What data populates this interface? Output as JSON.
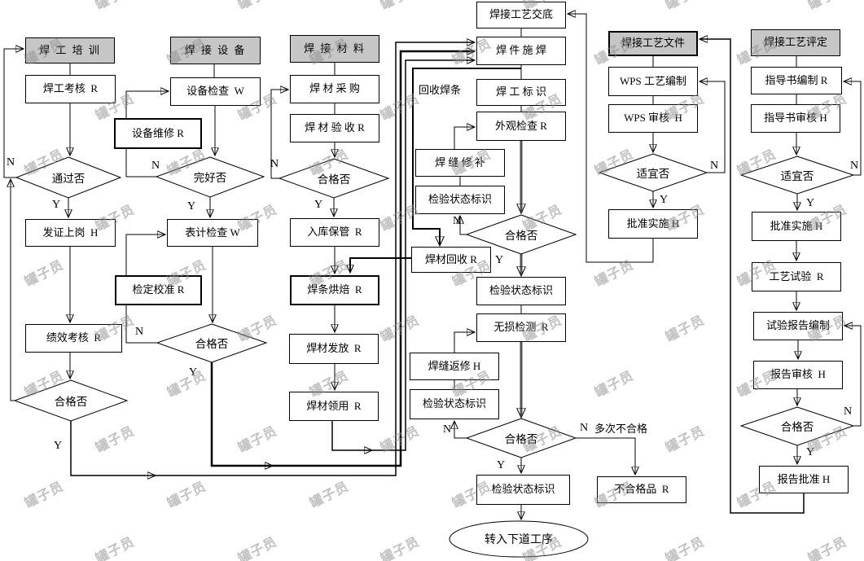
{
  "watermark": "罐子员",
  "yn": {
    "y": "Y",
    "n": "N"
  },
  "annotations": {
    "recycle_note": "回收焊条",
    "multi_fail_note": "多次不合格"
  },
  "training": {
    "header": "焊 工 培 训",
    "exam": "焊工考核  R",
    "pass_q": "通过否",
    "certify": "发证上岗  H",
    "performance": "绩效考核  R",
    "qualified_q": "合格否"
  },
  "equipment": {
    "header": "焊 接 设 备",
    "check": "设备检查  W",
    "repair": "设备维修 R",
    "intact_q": "完好否",
    "gauge_check": "表计检查 W",
    "calibration": "检定校准 R",
    "qualified_q": "合格否"
  },
  "material": {
    "header": "焊 接 材 料",
    "purchase": "焊 材 采 购",
    "acceptance": "焊 材 验 收 R",
    "qualified_q": "合格否",
    "storage": "入库保管  R",
    "baking": "焊条烘焙  R",
    "issue": "焊材发放  R",
    "requisition": "焊材领用  R"
  },
  "production": {
    "briefing": "焊接工艺交底",
    "welding": "焊 件 施 焊",
    "marking": "焊 工 标 识",
    "visual_check": "外观检查 R",
    "seam_repair": "焊 缝 修 补",
    "status_mark_1": "检验状态标识",
    "qualified_q1": "合格否",
    "material_recycle": "焊材回收 R",
    "status_mark_2": "检验状态标识",
    "ndt": "无损检测  R",
    "seam_rework": "焊缝返修 H",
    "status_mark_3": "检验状态标识",
    "qualified_q2": "合格否",
    "status_mark_4": "检验状态标识",
    "nonconforming": "不合格品  R",
    "next_process": "转入下道工序"
  },
  "wps_doc": {
    "header": "焊接工艺文件",
    "compile": "WPS 工艺编制",
    "review": "WPS 审核  H",
    "suitable_q": "适宜否",
    "approve": "批准实施 H"
  },
  "pqr": {
    "header": "焊接工艺评定",
    "wi_compile": "指导书编制 R",
    "wi_review": "指导书审核 H",
    "suitable_q": "适宜否",
    "approve": "批准实施 H",
    "process_test": "工艺试验  R",
    "report_compile": "试验报告编制",
    "report_review": "报告审核  H",
    "qualified_q": "合格否",
    "report_approve": "报告批准 H"
  }
}
